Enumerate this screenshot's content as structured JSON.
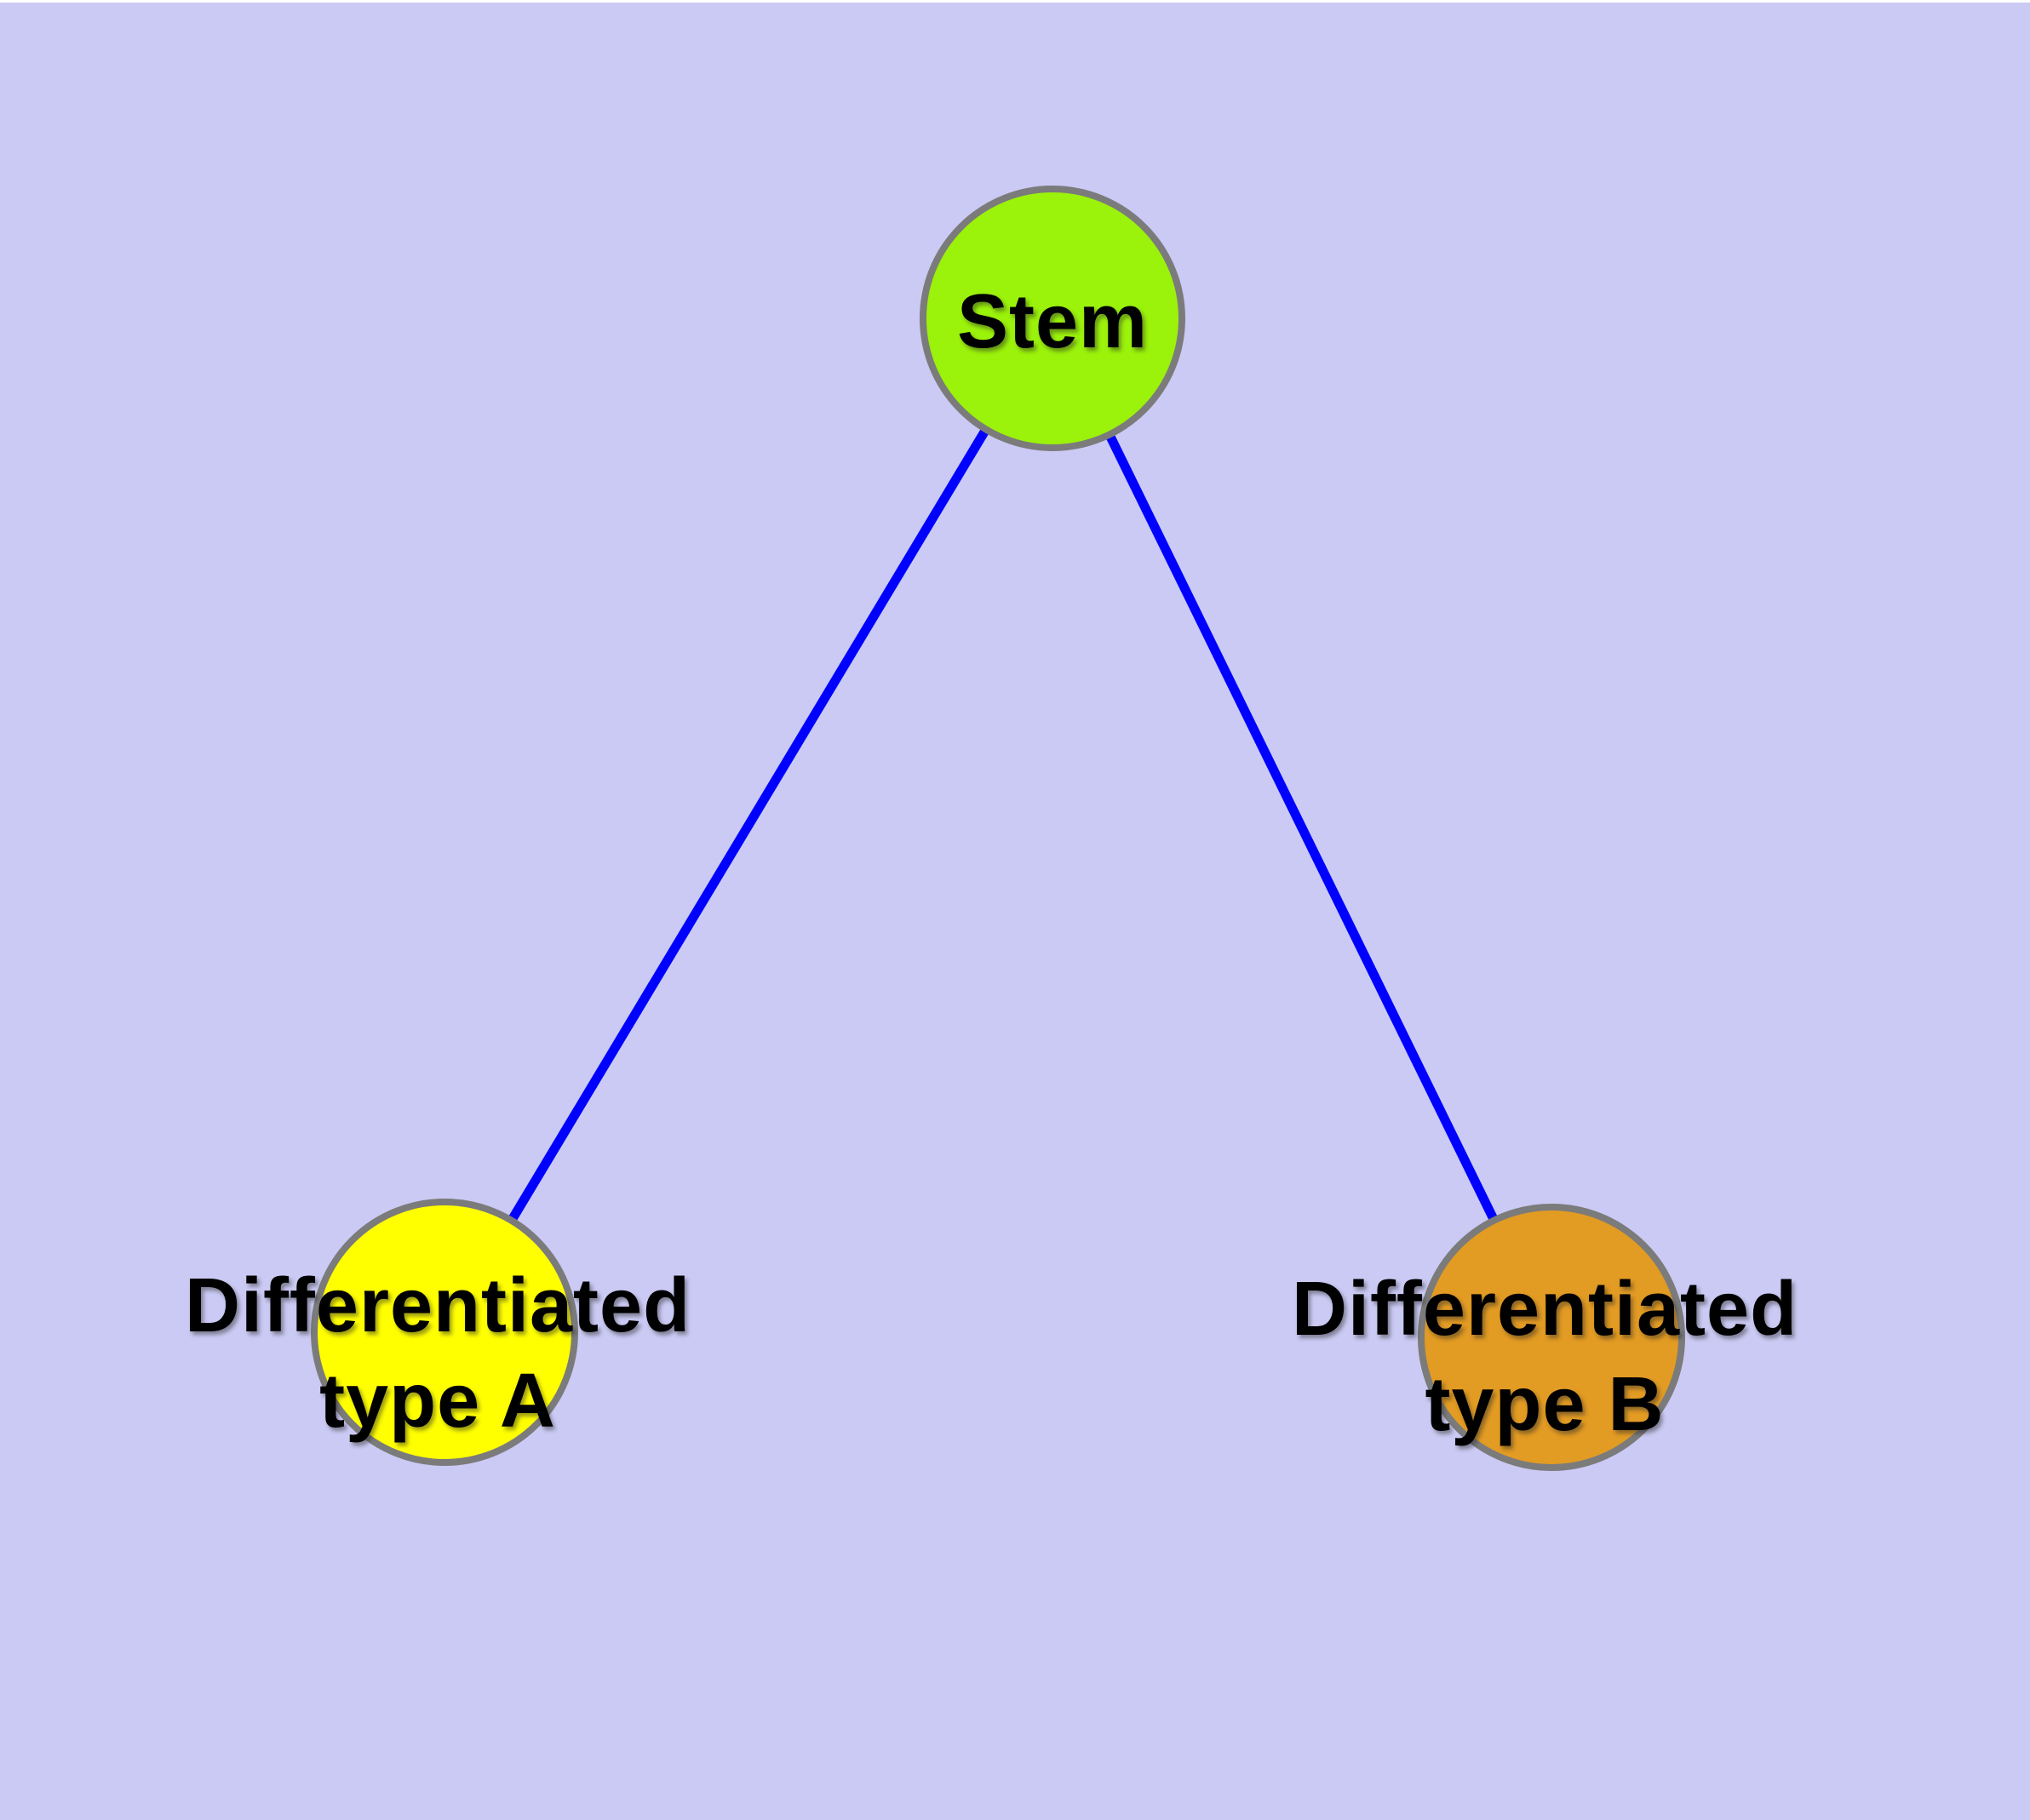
{
  "diagram": {
    "background_color": "#CACAF4",
    "top_margin_color": "#FFFFFF",
    "edge_color": "#0000FF",
    "node_border_color": "#7B7B7B",
    "label_color": "#000000",
    "nodes": [
      {
        "id": "stem",
        "label": "Stem",
        "fill": "#9BF20A"
      },
      {
        "id": "differentiated-type-a",
        "label_line1": "Differentiated",
        "label_line2": "type A",
        "fill": "#FFFF00"
      },
      {
        "id": "differentiated-type-b",
        "label_line1": "Differentiated",
        "label_line2": "type B",
        "fill": "#E29B23"
      }
    ],
    "edges": [
      {
        "from": "Stem",
        "to": "Differentiated type A"
      },
      {
        "from": "Stem",
        "to": "Differentiated type B"
      }
    ]
  }
}
